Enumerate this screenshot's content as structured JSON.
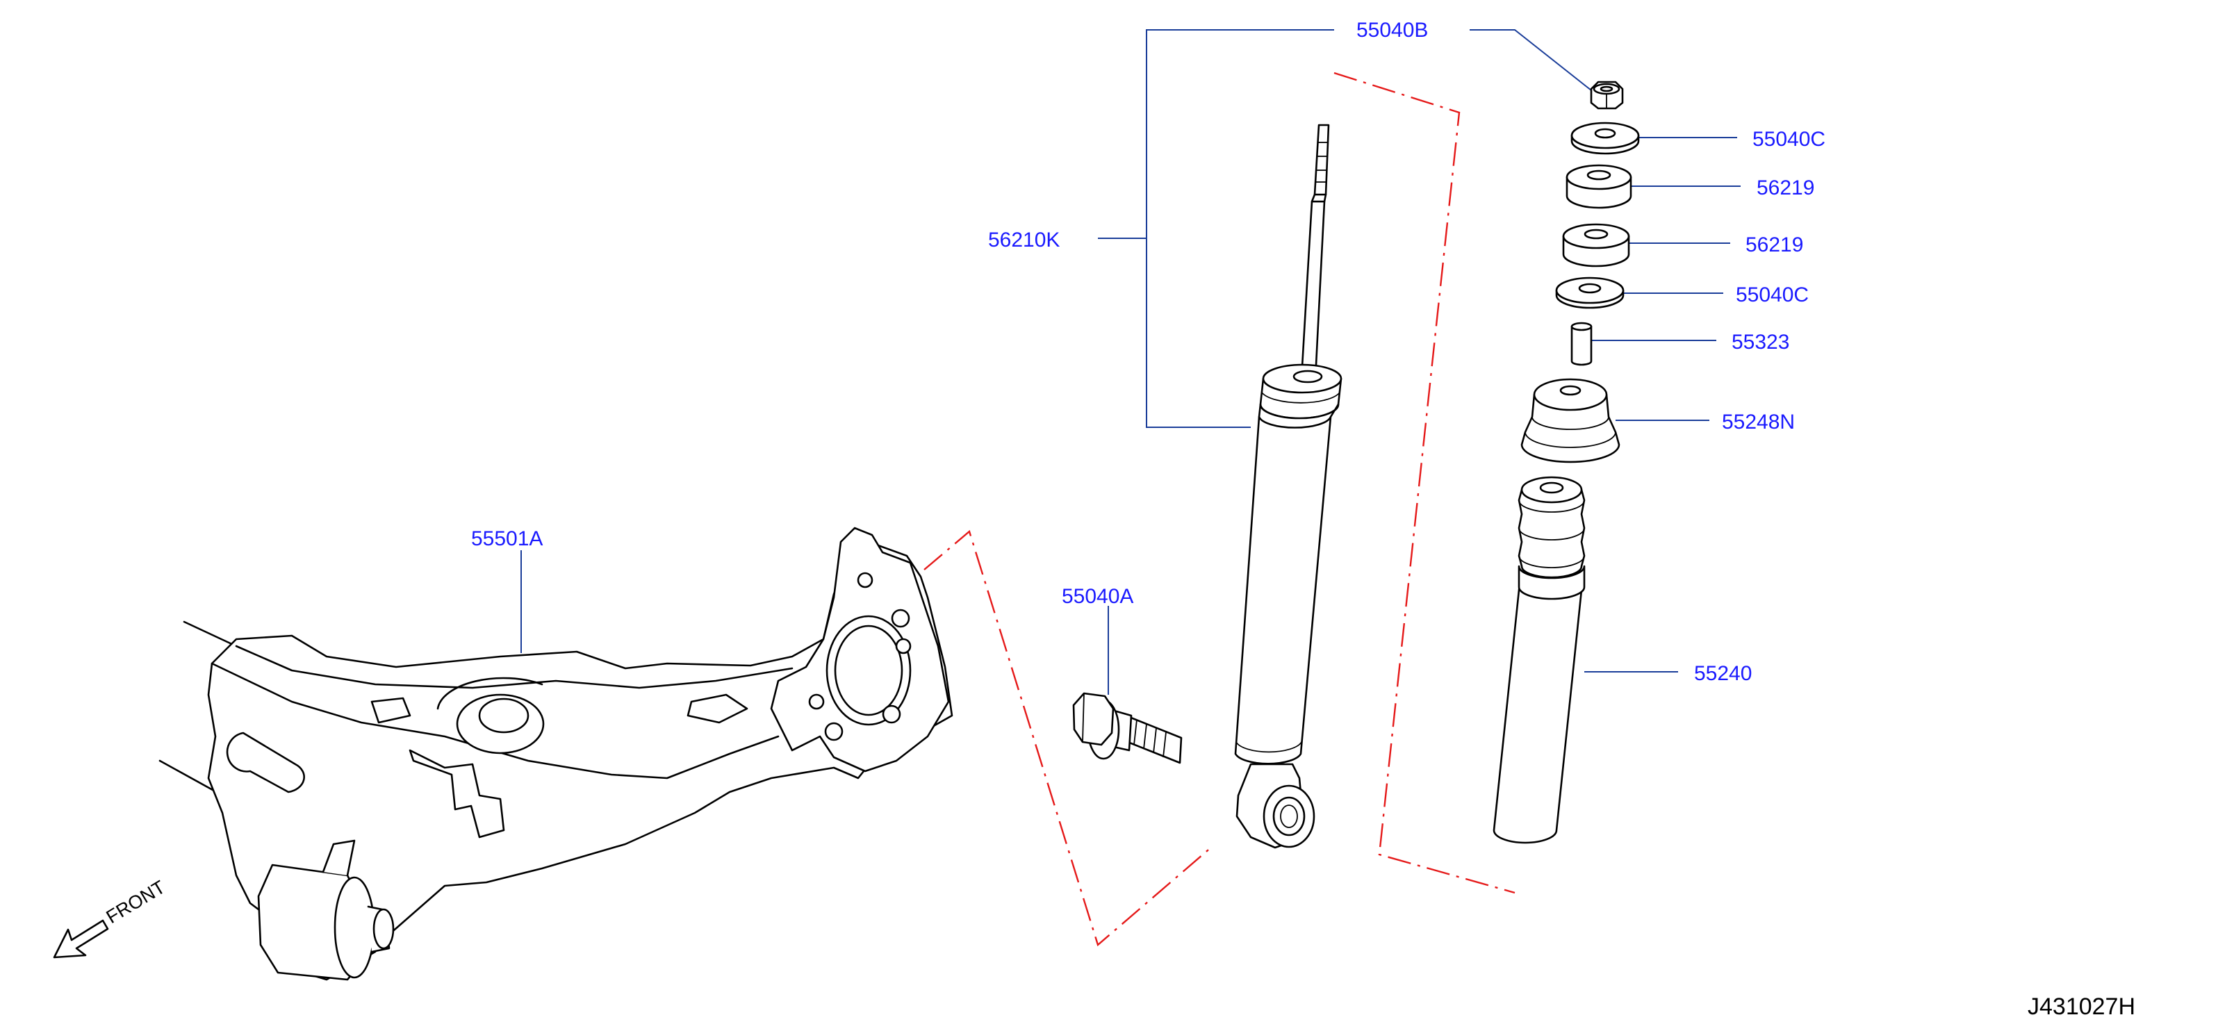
{
  "colors": {
    "label": "#1a1aff",
    "leader": "#1a3d99",
    "outline": "#000000",
    "phantom_line": "#e51919",
    "background": "#ffffff"
  },
  "diagram": {
    "drawing_code": "J431027H",
    "direction_label": "FRONT",
    "parts": [
      {
        "key": "nut",
        "label": "55040B"
      },
      {
        "key": "washer_upper",
        "label": "55040C"
      },
      {
        "key": "bushing_upper",
        "label": "56219"
      },
      {
        "key": "bushing_lower",
        "label": "56219"
      },
      {
        "key": "washer_lower",
        "label": "55040C"
      },
      {
        "key": "collar",
        "label": "55323"
      },
      {
        "key": "mount_seat",
        "label": "55248N"
      },
      {
        "key": "bound_bumper",
        "label": "55240"
      },
      {
        "key": "shock_absorber",
        "label": "56210K"
      },
      {
        "key": "mounting_bolt",
        "label": "55040A"
      },
      {
        "key": "rear_beam",
        "label": "55501A"
      }
    ]
  }
}
